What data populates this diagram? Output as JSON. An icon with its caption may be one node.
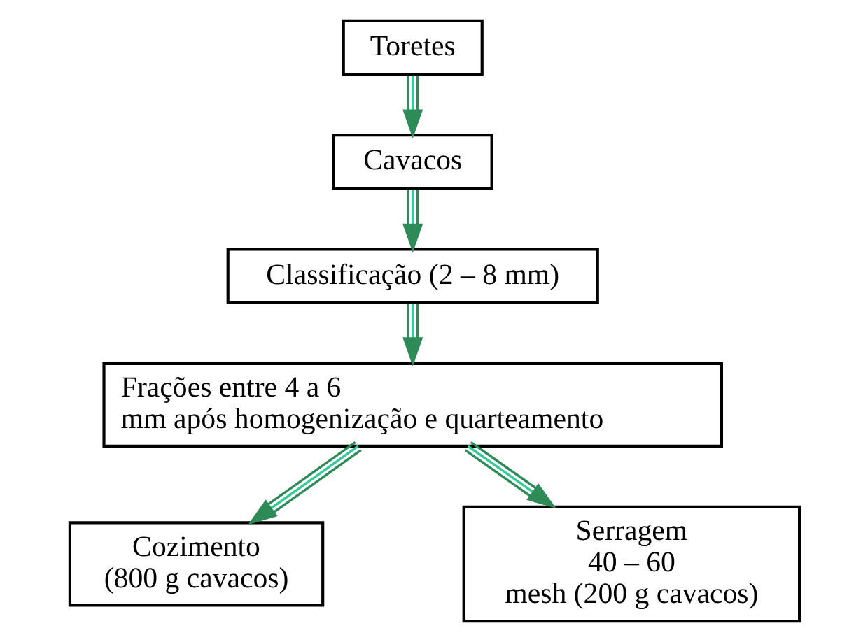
{
  "diagram": {
    "nodes": [
      {
        "text": [
          "Toretes"
        ]
      },
      {
        "text": [
          "Cavacos"
        ]
      },
      {
        "text": [
          "Classificação (2 – 8 mm)"
        ]
      },
      {
        "text": [
          "Frações entre 4 a 6 mm após homogenização e quarteamento"
        ]
      },
      {
        "text": [
          "Cozimento (800 g cavacos)"
        ]
      },
      {
        "text": [
          "Serragem 40 – 60 mesh (200 g cavacos)"
        ]
      }
    ],
    "edges": [
      {
        "from": 0,
        "to": 1,
        "arrow": "to"
      },
      {
        "from": 1,
        "to": 2,
        "arrow": "to"
      },
      {
        "from": 2,
        "to": 3,
        "arrow": "to"
      },
      {
        "from": 3,
        "to": 4,
        "arrow": "to"
      },
      {
        "from": 3,
        "to": 5,
        "arrow": "to"
      }
    ]
  }
}
